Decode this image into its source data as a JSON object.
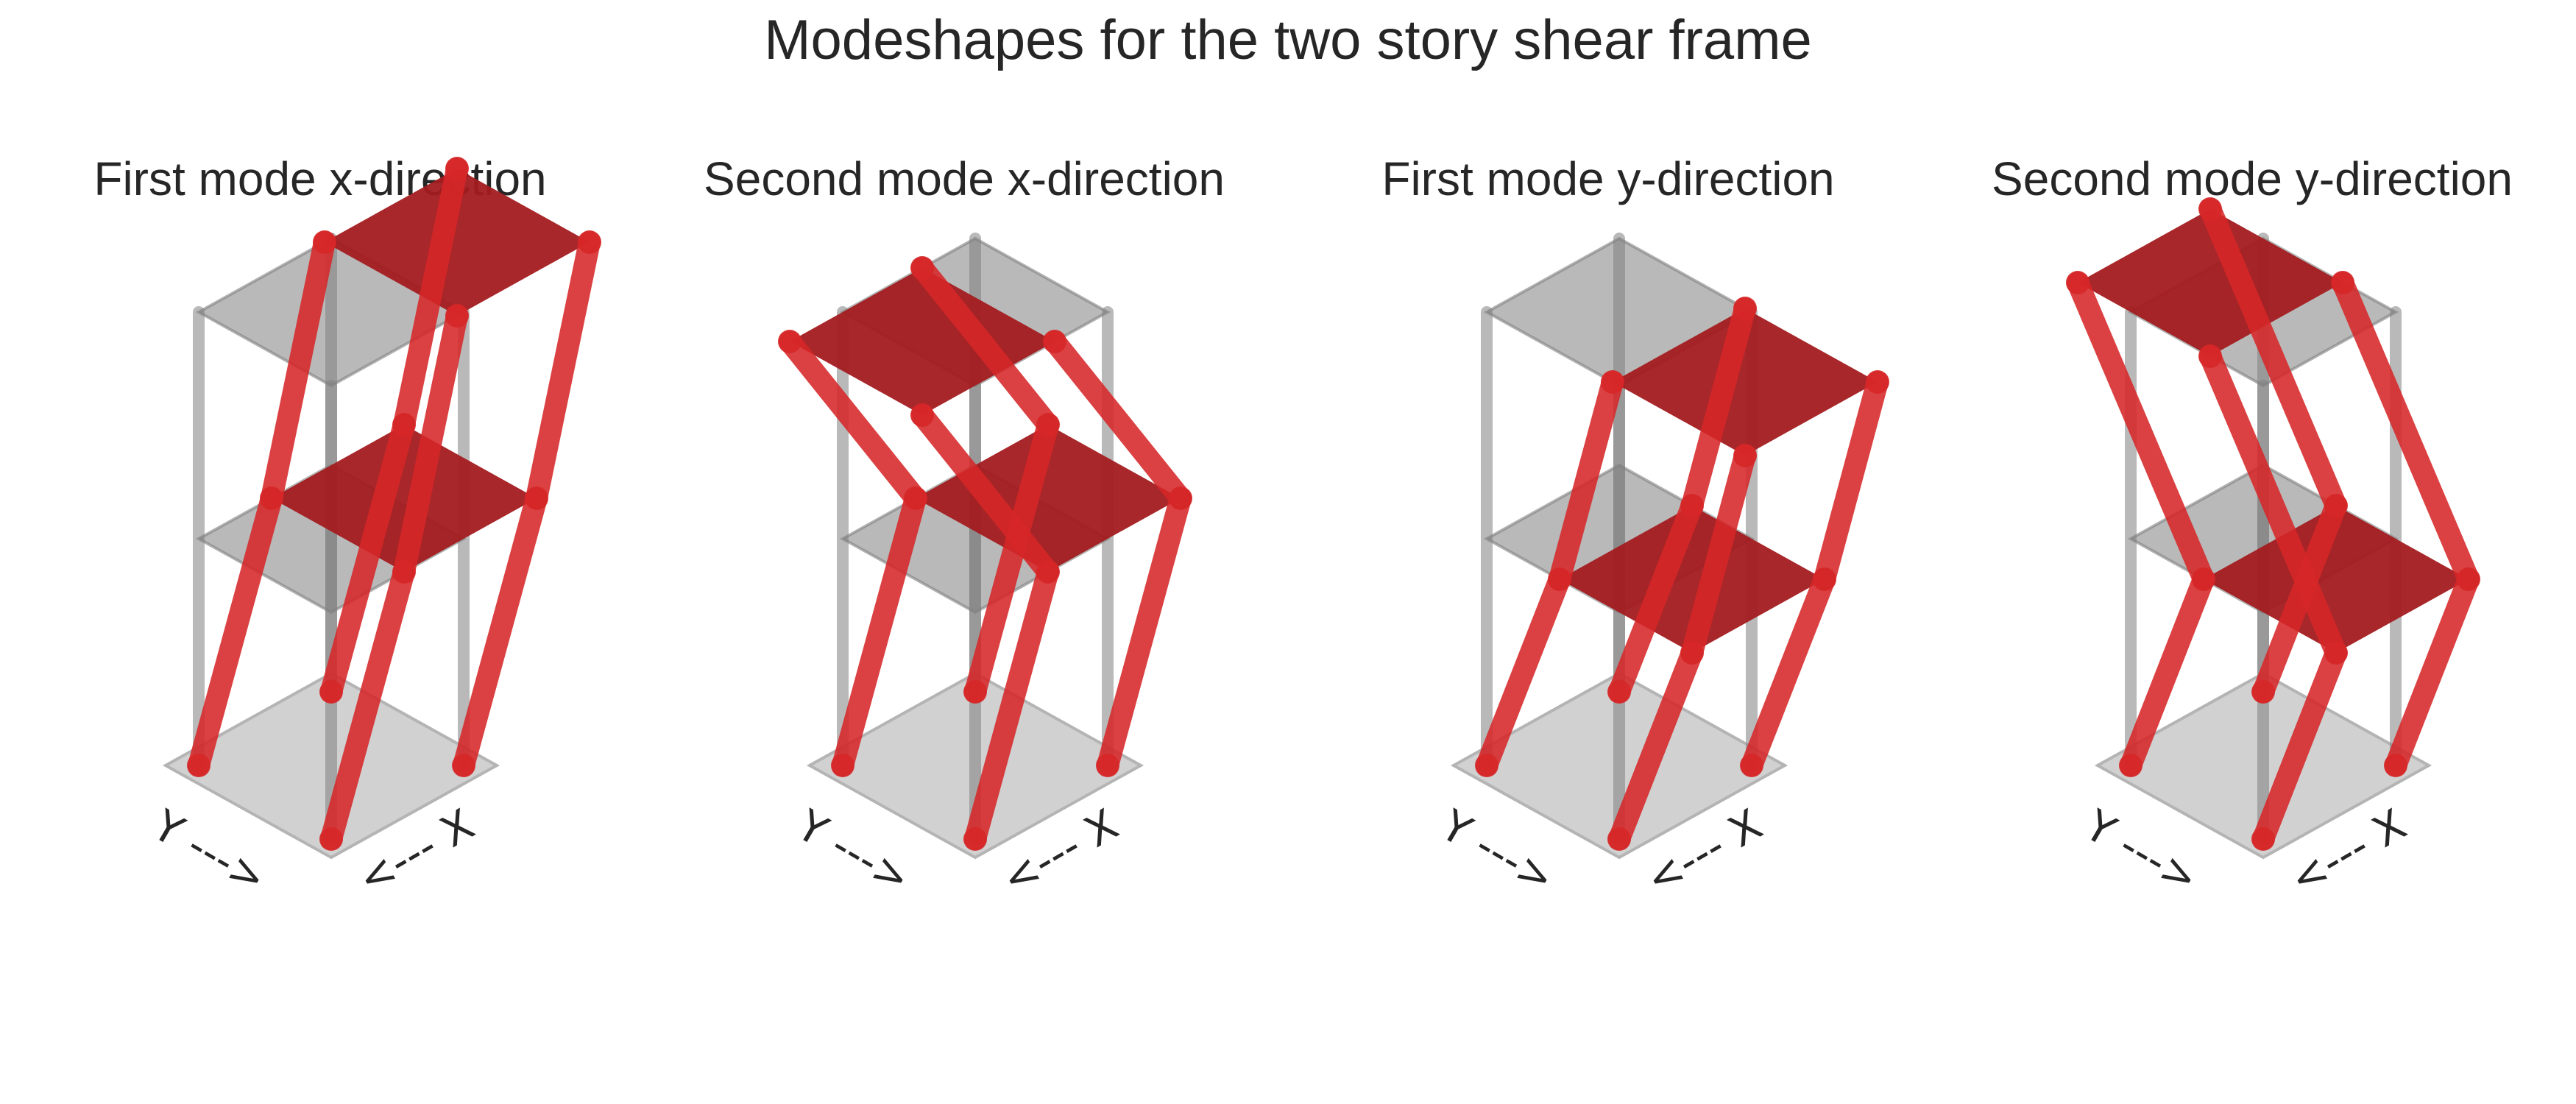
{
  "figure": {
    "title": "Modeshapes for the two story shear frame"
  },
  "colors": {
    "deformed": "#d62728",
    "deformed_floor": "#a31b1f",
    "undeformed": "#7f7f7f",
    "ground": "#cfcfcf",
    "text": "#262626"
  },
  "panels": [
    {
      "title": "First mode x-direction",
      "direction": "x",
      "mode": 1,
      "story_shape": [
        1,
        1
      ]
    },
    {
      "title": "Second mode x-direction",
      "direction": "x",
      "mode": 2,
      "story_shape": [
        1,
        -1
      ]
    },
    {
      "title": "First mode y-direction",
      "direction": "y",
      "mode": 1,
      "story_shape": [
        1,
        1
      ]
    },
    {
      "title": "Second mode y-direction",
      "direction": "y",
      "mode": 2,
      "story_shape": [
        1,
        -1
      ]
    }
  ],
  "axis_labels": {
    "y": "Y --->",
    "x": "<--- X"
  }
}
